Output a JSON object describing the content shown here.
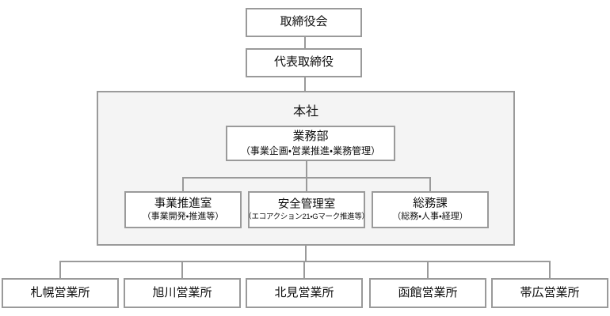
{
  "org_chart": {
    "board": {
      "label": "取締役会"
    },
    "representative": {
      "label": "代表取締役"
    },
    "head_office": {
      "label": "本社",
      "operations_dept": {
        "label": "業務部",
        "sublabel": "（事業企画・営業推進・業務管理）"
      },
      "sections": [
        {
          "label": "事業推進室",
          "sublabel": "（事業開発・推進等）"
        },
        {
          "label": "安全管理室",
          "sublabel": "（エコアクション21・Gマーク推進等）"
        },
        {
          "label": "総務課",
          "sublabel": "（総務・人事・経理）"
        }
      ]
    },
    "branches": [
      {
        "label": "札幌営業所"
      },
      {
        "label": "旭川営業所"
      },
      {
        "label": "北見営業所"
      },
      {
        "label": "函館営業所"
      },
      {
        "label": "帯広営業所"
      }
    ]
  },
  "colors": {
    "line_and_border": "#9a9a9a",
    "head_office_fill": "#f4f4f4",
    "box_fill": "#ffffff",
    "text": "#111111",
    "page_background": "#ffffff"
  }
}
